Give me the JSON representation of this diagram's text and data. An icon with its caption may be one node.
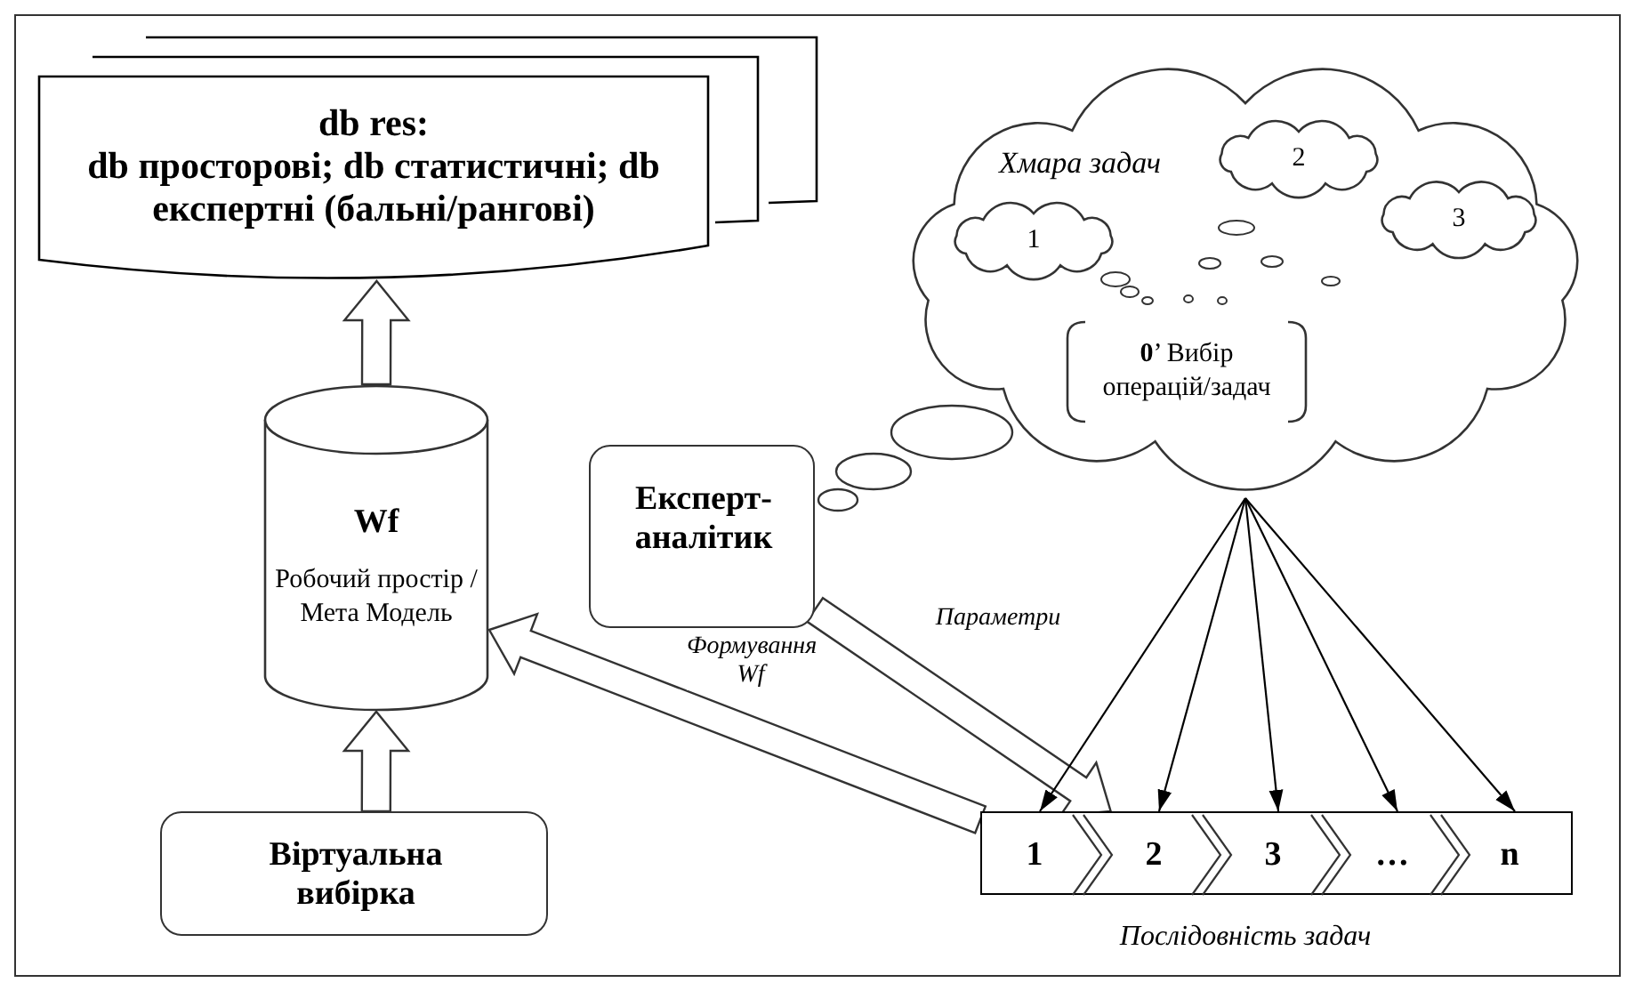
{
  "diagram": {
    "nodes": [
      {
        "text": [
          "db res:",
          "db просторові; db статистичні; db експертні (бальні/рангові)"
        ]
      },
      {
        "text": [
          "Wf",
          "Робочий простір / Мета Модель"
        ]
      },
      {
        "text": [
          "Віртуальна вибірка"
        ]
      },
      {
        "text": [
          "Експерт-аналітик"
        ]
      },
      {
        "text": [
          "Хмара задач"
        ]
      },
      {
        "text": [
          "1"
        ],
        "in": 4
      },
      {
        "text": [
          "2"
        ],
        "in": 4
      },
      {
        "text": [
          "3"
        ],
        "in": 4
      },
      {
        "text": [
          "**0**’ Вибір операцій/задач"
        ],
        "in": 4
      },
      {
        "text": [],
        "shape": "box",
        "beside": [
          "Послідовність задач"
        ]
      },
      {
        "text": [
          "1"
        ],
        "in": 9
      },
      {
        "text": [
          "2"
        ],
        "in": 9
      },
      {
        "text": [
          "3"
        ],
        "in": 9
      },
      {
        "text": [
          "…"
        ],
        "in": 9
      },
      {
        "text": [
          "n"
        ],
        "in": 9
      }
    ],
    "edges": [
      {
        "from": 1,
        "to": 0,
        "arrow": "to",
        "style": "thick"
      },
      {
        "from": 2,
        "to": 1,
        "arrow": "to",
        "style": "thick"
      },
      {
        "from": 9,
        "to": 1,
        "arrow": "to",
        "style": "thick",
        "label": "Формування Wf"
      },
      {
        "from": 3,
        "to": 9,
        "arrow": "to",
        "style": "thick",
        "label": "Параметри"
      },
      {
        "from": 4,
        "to": 10,
        "arrow": "to"
      },
      {
        "from": 4,
        "to": 11,
        "arrow": "to"
      },
      {
        "from": 4,
        "to": 12,
        "arrow": "to"
      },
      {
        "from": 4,
        "to": 13,
        "arrow": "to"
      },
      {
        "from": 4,
        "to": 14,
        "arrow": "to"
      }
    ]
  }
}
